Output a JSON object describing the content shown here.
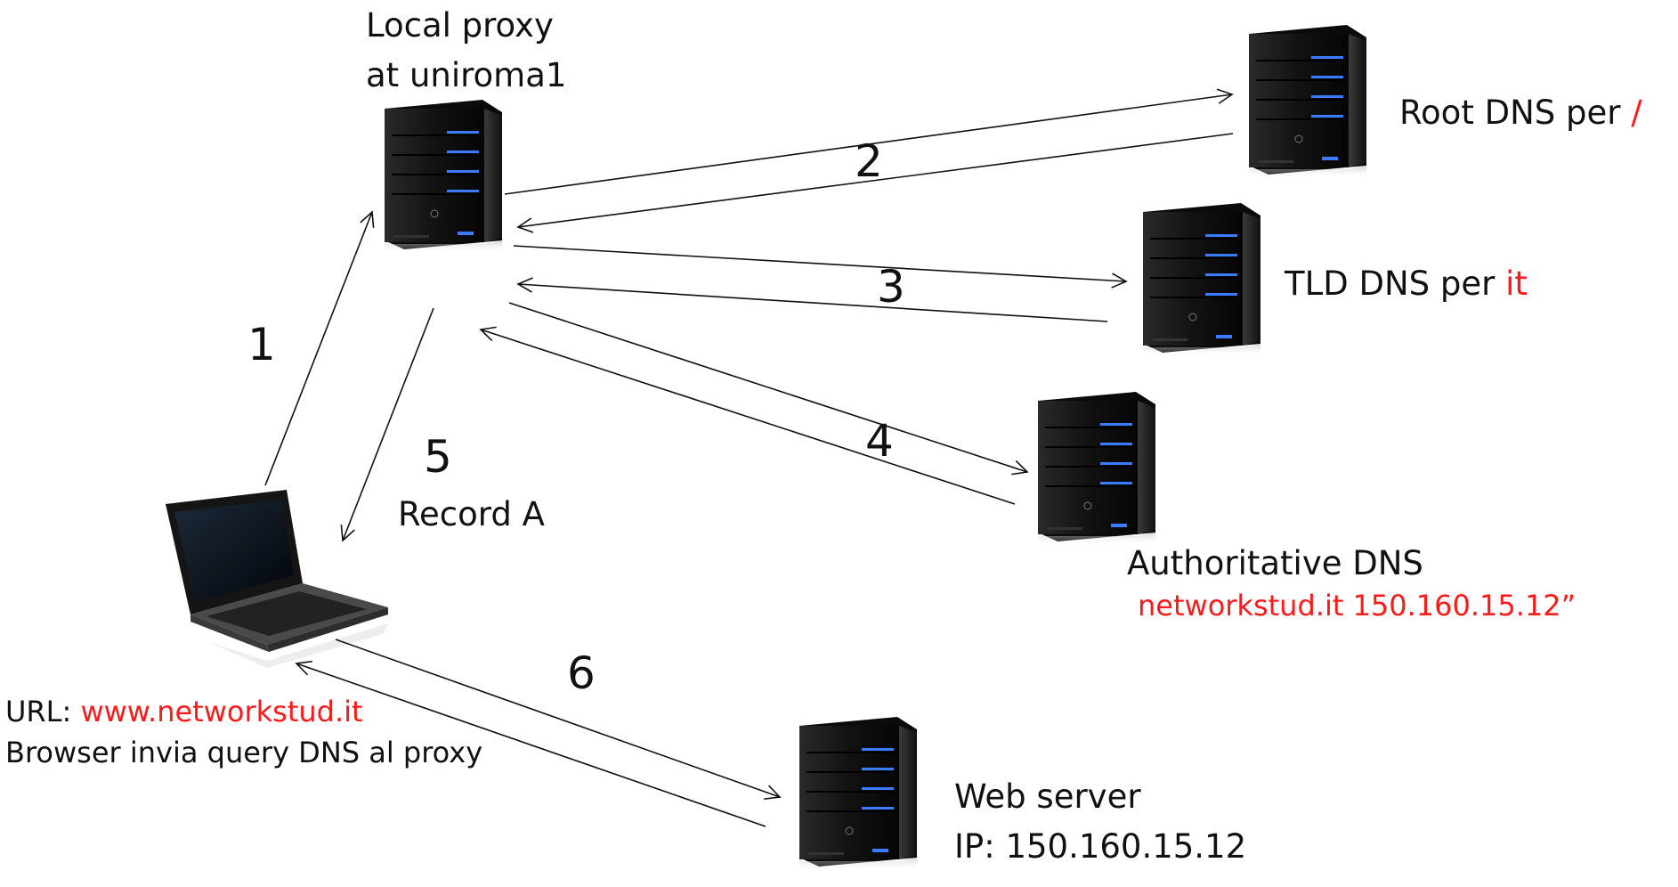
{
  "nodes": {
    "local_proxy": {
      "line1": "Local proxy",
      "line2": "at uniroma1"
    },
    "root_dns": {
      "label": "Root DNS per",
      "highlight": "/"
    },
    "tld_dns": {
      "label": "TLD DNS per",
      "highlight": "it"
    },
    "auth_dns": {
      "label": "Authoritative DNS",
      "record": "networkstud.it  150.160.15.12”"
    },
    "web_server": {
      "line1": "Web server",
      "line2": "IP: 150.160.15.12"
    },
    "client": {
      "url_label": "URL:",
      "url_value": "www.networkstud.it",
      "caption": "Browser invia query DNS al proxy"
    }
  },
  "steps": {
    "s1": "1",
    "s2": "2",
    "s3": "3",
    "s4": "4",
    "s5": "5",
    "s5_label": "Record A",
    "s6": "6"
  },
  "colors": {
    "highlight": "#ff1a1a",
    "server_led": "#2f6df0",
    "server_body": "#1a1a1a"
  },
  "icons": [
    "server-icon",
    "laptop-icon"
  ]
}
